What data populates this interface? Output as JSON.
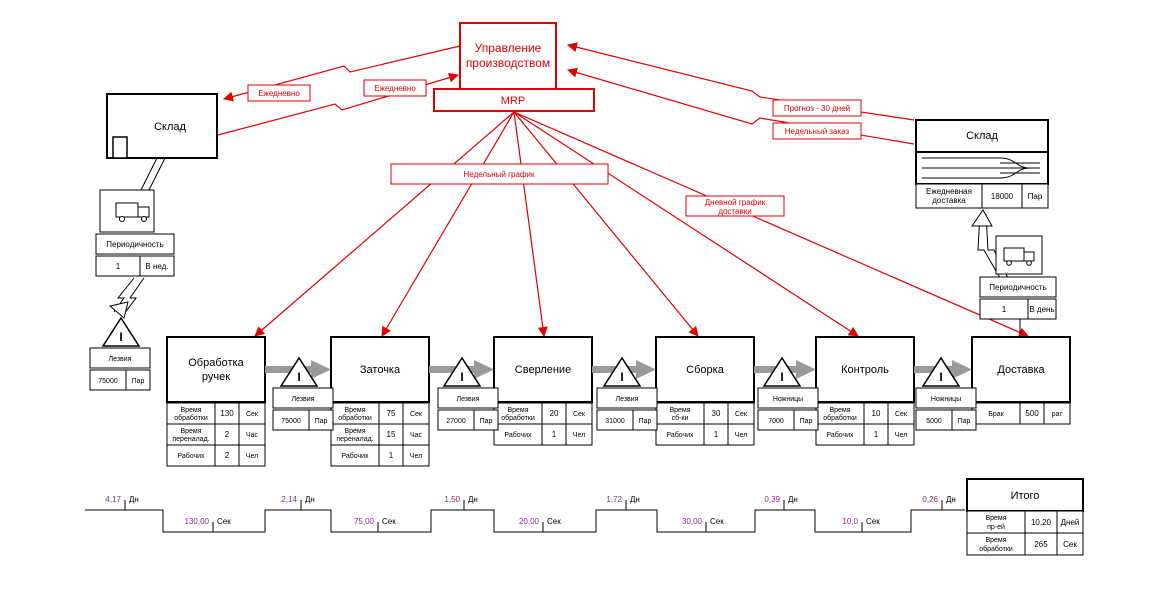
{
  "control": {
    "title_line1": "Управление",
    "title_line2": "производством",
    "mrp": "MRP"
  },
  "flows": {
    "daily_left": "Ежедневно",
    "daily_right": "Ежедневно",
    "forecast": "Прогноз - 30 дней",
    "weekly_order": "Недельный заказ",
    "weekly_schedule": "Недельный график",
    "daily_schedule_line1": "Дневной график",
    "daily_schedule_line2": "доставки"
  },
  "supplier": {
    "title": "Склад",
    "periodicity_label": "Периодичность",
    "periodicity_value": "1",
    "periodicity_unit": "В нед."
  },
  "customer": {
    "title": "Склад",
    "demand_label_line1": "Ежедневная",
    "demand_label_line2": "доставка",
    "demand_value": "18000",
    "demand_unit": "Пар",
    "periodicity_label": "Периодичность",
    "periodicity_value": "1",
    "periodicity_unit": "В день"
  },
  "inventories": [
    {
      "label": "Лезвия",
      "value": "75000",
      "unit": "Пар"
    },
    {
      "label": "Лезвия",
      "value": "75000",
      "unit": "Пар"
    },
    {
      "label": "Лезвия",
      "value": "27000",
      "unit": "Пар"
    },
    {
      "label": "Лезвия",
      "value": "31000",
      "unit": "Пар"
    },
    {
      "label": "Ножницы",
      "value": "7000",
      "unit": "Пар"
    },
    {
      "label": "Ножницы",
      "value": "5000",
      "unit": "Пар"
    }
  ],
  "processes": [
    {
      "line1": "Обработка",
      "line2": "ручек",
      "rows": [
        {
          "l1": "Время",
          "l2": "обработки",
          "v": "130",
          "u": "Сек"
        },
        {
          "l1": "Время",
          "l2": "переналад.",
          "v": "2",
          "u": "Час"
        },
        {
          "l1": "Рабочих",
          "l2": "",
          "v": "2",
          "u": "Чел"
        }
      ]
    },
    {
      "line1": "Заточка",
      "line2": "",
      "rows": [
        {
          "l1": "Время",
          "l2": "обработки",
          "v": "75",
          "u": "Сек"
        },
        {
          "l1": "Время",
          "l2": "переналад.",
          "v": "15",
          "u": "Час"
        },
        {
          "l1": "Рабочих",
          "l2": "",
          "v": "1",
          "u": "Чел"
        }
      ]
    },
    {
      "line1": "Сверление",
      "line2": "",
      "rows": [
        {
          "l1": "Время",
          "l2": "обработки",
          "v": "20",
          "u": "Сек"
        },
        {
          "l1": "Рабочих",
          "l2": "",
          "v": "1",
          "u": "Чел"
        }
      ]
    },
    {
      "line1": "Сборка",
      "line2": "",
      "rows": [
        {
          "l1": "Время",
          "l2": "сб-ки",
          "v": "30",
          "u": "Сек"
        },
        {
          "l1": "Рабочих",
          "l2": "",
          "v": "1",
          "u": "Чел"
        }
      ]
    },
    {
      "line1": "Контроль",
      "line2": "",
      "rows": [
        {
          "l1": "Время",
          "l2": "обработки",
          "v": "10",
          "u": "Сек"
        },
        {
          "l1": "Рабочих",
          "l2": "",
          "v": "1",
          "u": "Чел"
        }
      ]
    },
    {
      "line1": "Доставка",
      "line2": "",
      "rows": [
        {
          "l1": "Брак",
          "l2": "",
          "v": "500",
          "u": "рат"
        }
      ]
    }
  ],
  "timeline": {
    "days": [
      {
        "value": "4,17",
        "unit": "Дн"
      },
      {
        "value": "2,14",
        "unit": "Дн"
      },
      {
        "value": "1,50",
        "unit": "Дн"
      },
      {
        "value": "1,72",
        "unit": "Дн"
      },
      {
        "value": "0,39",
        "unit": "Дн"
      },
      {
        "value": "0,26",
        "unit": "Дн"
      }
    ],
    "seconds": [
      {
        "value": "130,00",
        "unit": "Сек"
      },
      {
        "value": "75,00",
        "unit": "Сек"
      },
      {
        "value": "20,00",
        "unit": "Сек"
      },
      {
        "value": "30,00",
        "unit": "Сек"
      },
      {
        "value": "10,0",
        "unit": "Сек"
      }
    ]
  },
  "total": {
    "title": "Итого",
    "lead_label1": "Время",
    "lead_label2": "пр-ей",
    "lead_value": "10,20",
    "lead_unit": "Дней",
    "proc_label1": "Время",
    "proc_label2": "обработки",
    "proc_value": "265",
    "proc_unit": "Сек"
  },
  "colors": {
    "info_flow": "#e00000",
    "timeline_values": "#8a2a8a"
  }
}
